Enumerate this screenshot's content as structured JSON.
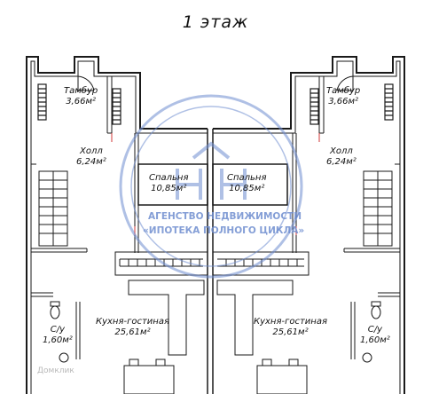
{
  "title": "1 этаж",
  "rooms": {
    "vestibule_left": {
      "name": "Тамбур",
      "area": "3,66м²"
    },
    "vestibule_right": {
      "name": "Тамбур",
      "area": "3,66м²"
    },
    "hall_left": {
      "name": "Холл",
      "area": "6,24м²"
    },
    "hall_right": {
      "name": "Холл",
      "area": "6,24м²"
    },
    "bedroom_left": {
      "name": "Спальня",
      "area": "10,85м²"
    },
    "bedroom_right": {
      "name": "Спальня",
      "area": "10,85м²"
    },
    "kitchen_left": {
      "name": "Кухня-гостиная",
      "area": "25,61м²"
    },
    "kitchen_right": {
      "name": "Кухня-гостиная",
      "area": "25,61м²"
    },
    "bath_left": {
      "name": "С/у",
      "area": "1,60м²"
    },
    "bath_right": {
      "name": "С/у",
      "area": "1,60м²"
    }
  },
  "watermark": {
    "line1": "АГЕНСТВО НЕДВИЖИМОСТИ",
    "line2": "«ИПОТЕКА ПОЛНОГО ЦИКЛА»",
    "color": "#6f8ed0"
  },
  "footer_watermark": "Домклик"
}
